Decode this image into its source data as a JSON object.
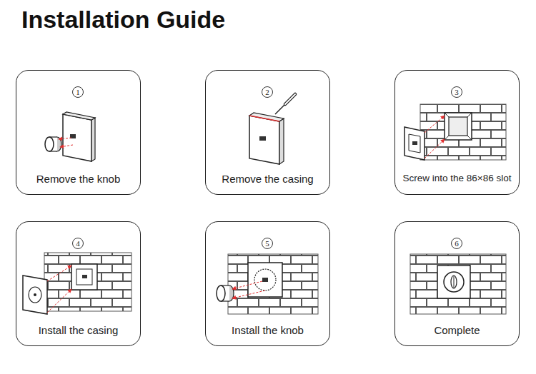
{
  "diagram": {
    "title": "Installation Guide",
    "nodes": [
      {
        "text": [
          "Remove the knob"
        ]
      },
      {
        "text": [
          "1"
        ],
        "in": 0
      },
      {
        "text": [
          "Remove the casing"
        ]
      },
      {
        "text": [
          "2"
        ],
        "in": 2
      },
      {
        "text": [
          "Screw into the 86×86 slot"
        ]
      },
      {
        "text": [
          "3"
        ],
        "in": 4
      },
      {
        "text": [
          "Install the casing"
        ]
      },
      {
        "text": [
          "4"
        ],
        "in": 6
      },
      {
        "text": [
          "Install the knob"
        ]
      },
      {
        "text": [
          "5"
        ],
        "in": 8
      },
      {
        "text": [
          "Complete"
        ]
      },
      {
        "text": [
          "6"
        ],
        "in": 10
      }
    ]
  }
}
